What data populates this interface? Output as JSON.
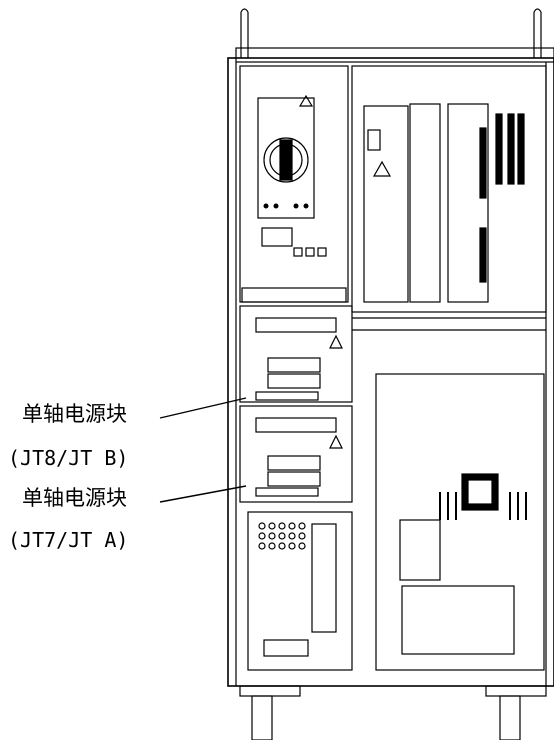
{
  "callouts": [
    {
      "label": "单轴电源块",
      "sublabel": "(JT8/JT B)"
    },
    {
      "label": "单轴电源块",
      "sublabel": "(JT7/JT A)"
    }
  ],
  "colors": {
    "line": "#000000",
    "fill": "#ffffff",
    "dark": "#1a1a1a"
  }
}
